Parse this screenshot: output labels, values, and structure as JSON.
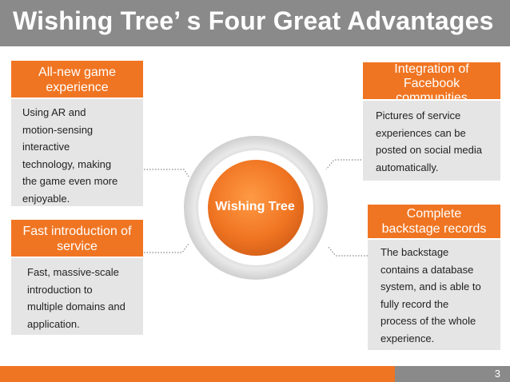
{
  "slide": {
    "title": "Wishing Tree’ s Four Great Advantages",
    "page_number": "3"
  },
  "center": {
    "label": "Wishing Tree"
  },
  "boxes": {
    "top_left": {
      "heading": [
        "All-new game",
        "experience"
      ],
      "body": [
        "Using AR and",
        "motion-sensing",
        "interactive",
        "technology, making",
        "the game even more",
        "enjoyable."
      ]
    },
    "bottom_left": {
      "heading": [
        "Fast introduction of",
        "service"
      ],
      "body": [
        "Fast, massive-scale",
        "introduction to",
        "multiple domains and",
        "application."
      ]
    },
    "top_right": {
      "heading": [
        "Integration of",
        "Facebook",
        "communities"
      ],
      "body": [
        "Pictures of service",
        "experiences can be",
        "posted on social media",
        "automatically."
      ]
    },
    "bottom_right": {
      "heading": [
        "Complete",
        "backstage records"
      ],
      "body": [
        "The backstage",
        "contains a database",
        "system, and is able to",
        "fully record the",
        "process of the whole",
        "experience."
      ]
    }
  },
  "colors": {
    "accent": "#f07522",
    "title_bar": "#8a8a8a",
    "box_body": "#e5e5e5"
  }
}
